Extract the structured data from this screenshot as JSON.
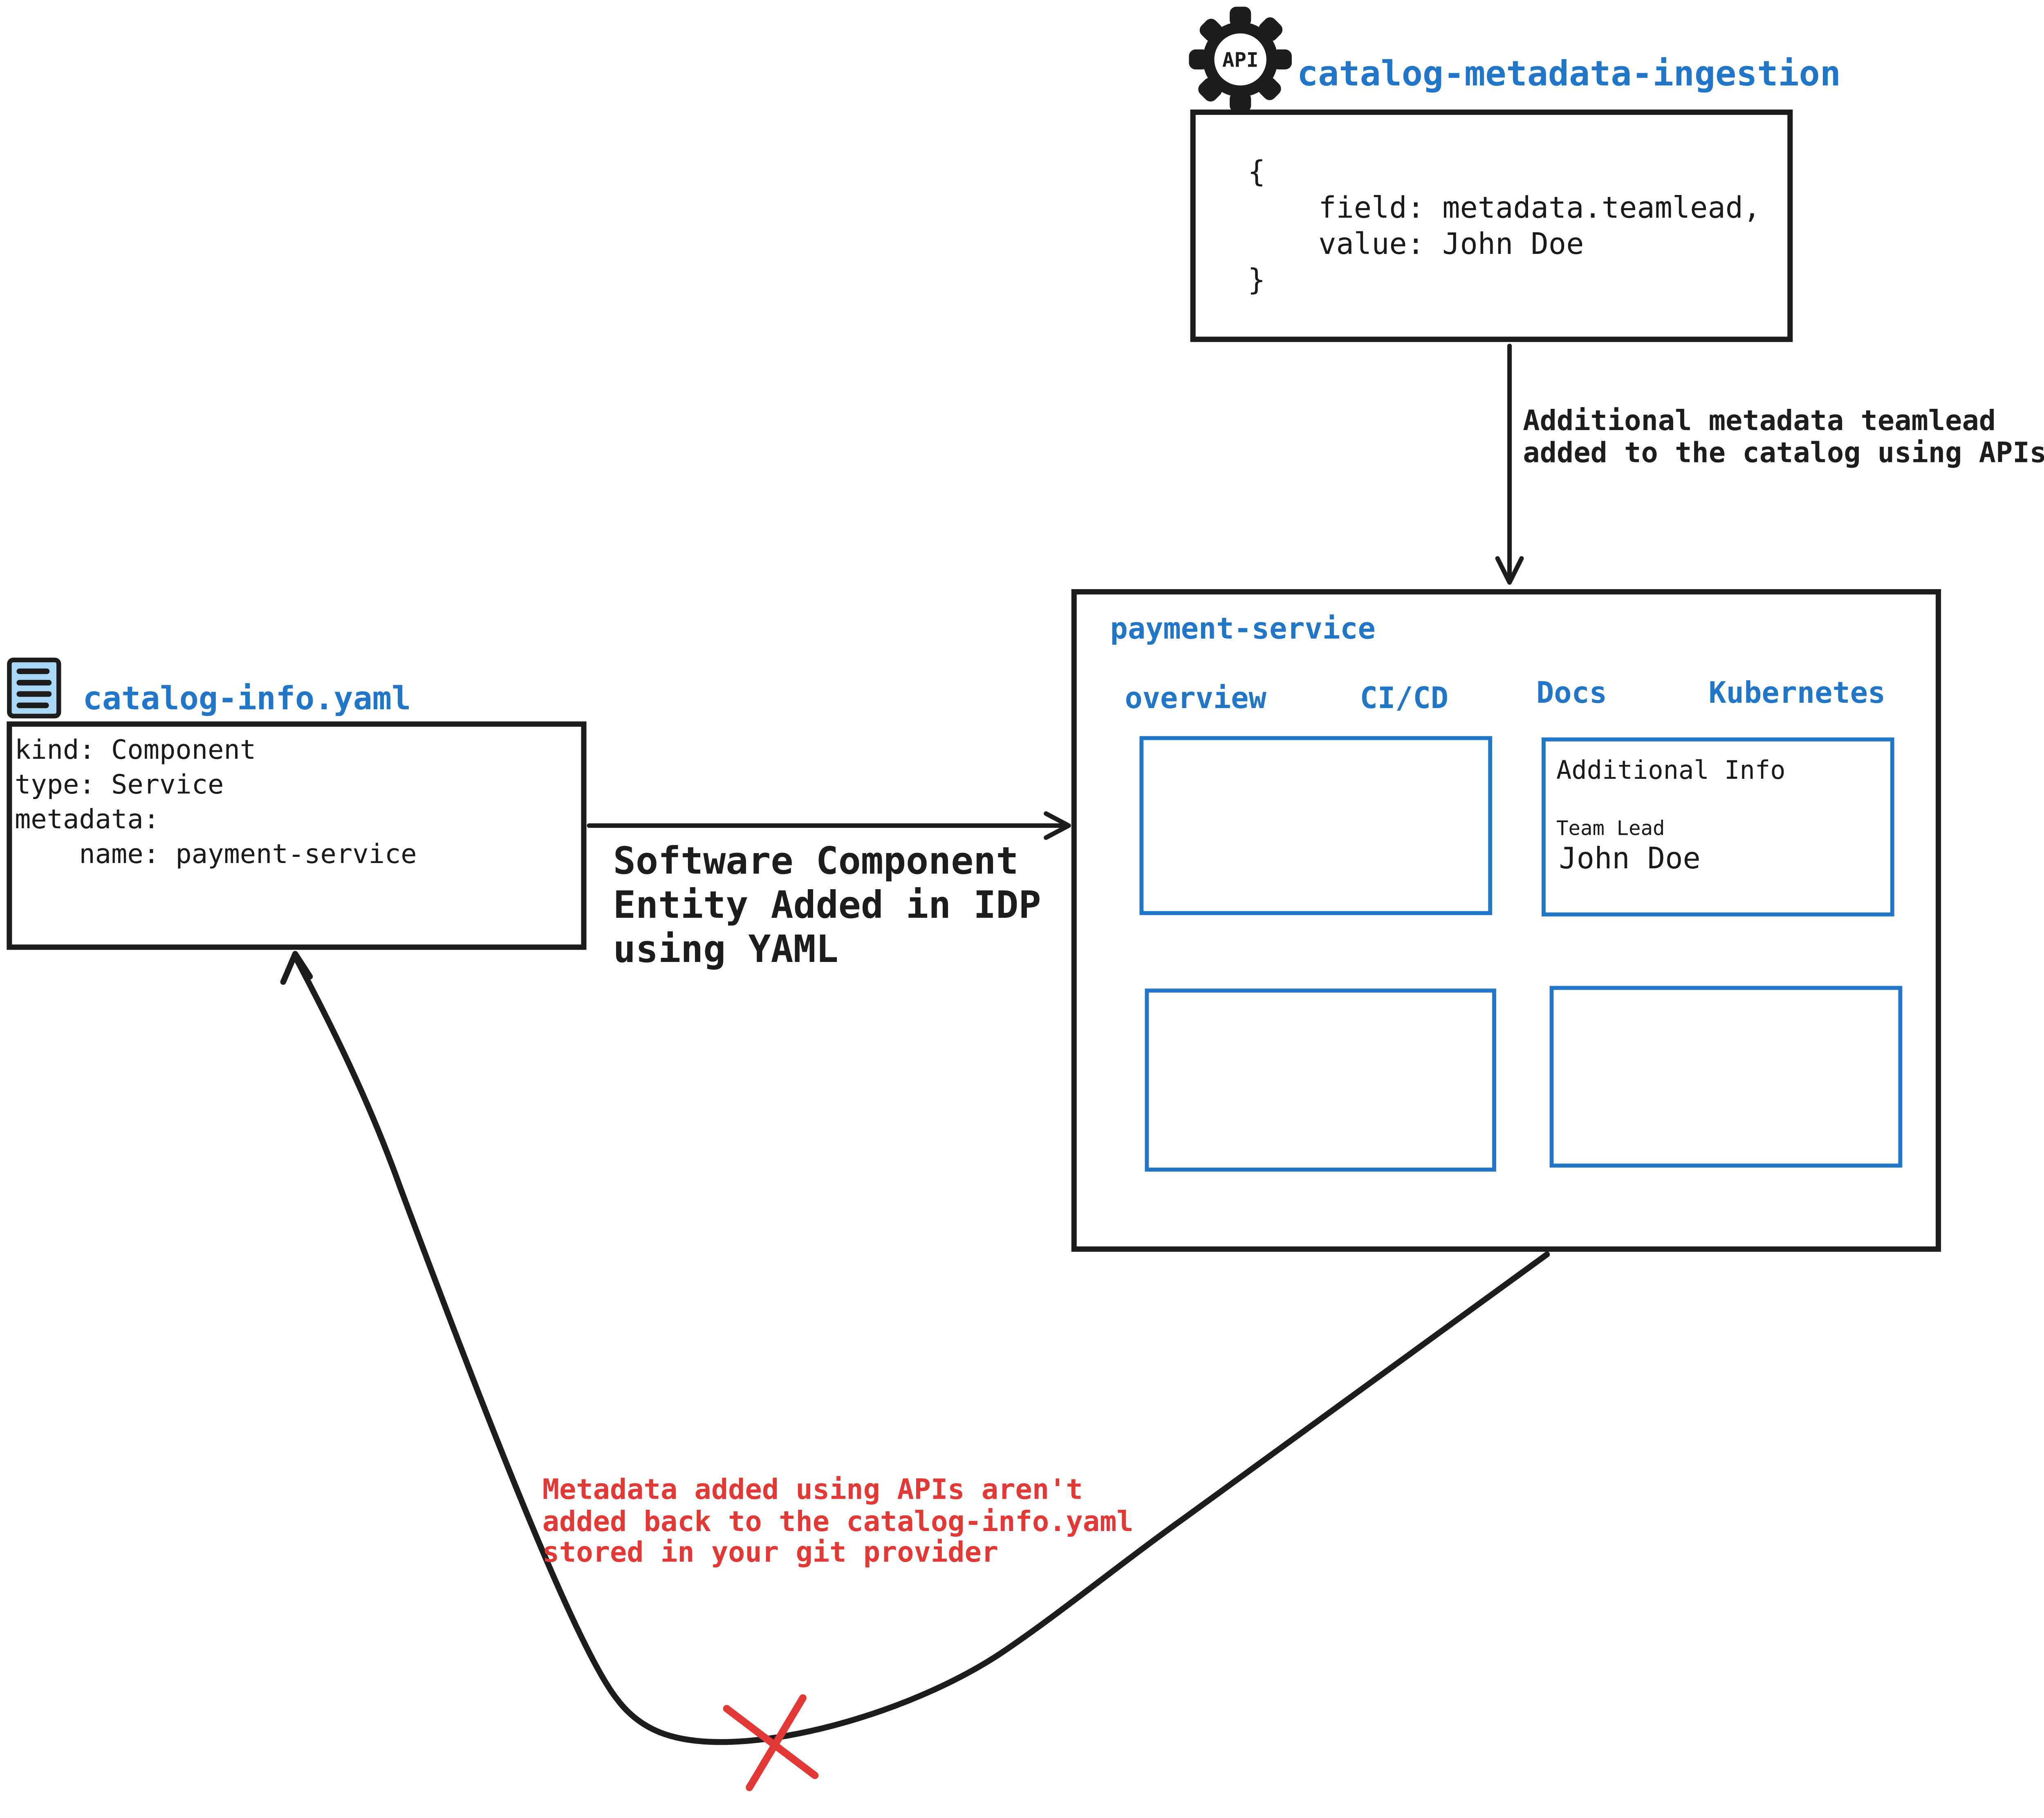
{
  "colors": {
    "accent_blue": "#2176c8",
    "icon_fill_light_blue": "#a9d7f8",
    "ink_black": "#1d1d1d",
    "warning_red": "#e23936"
  },
  "api_ingestion": {
    "icon_label": "API",
    "title": "catalog-metadata-ingestion",
    "code": "{\n    field: metadata.teamlead,\n    value: John Doe\n}",
    "arrow_note": "Additional metadata teamlead\nadded to the catalog using APIs"
  },
  "portal": {
    "title": "payment-service",
    "tabs": [
      "overview",
      "CI/CD",
      "Docs",
      "Kubernetes"
    ],
    "docs_panel": {
      "heading": "Additional Info",
      "field_label": "Team Lead",
      "field_value": "John Doe"
    }
  },
  "yaml_file": {
    "filename": "catalog-info.yaml",
    "content": "kind: Component\ntype: Service\nmetadata:\n    name: payment-service",
    "arrow_note": "Software Component\nEntity Added in IDP\nusing YAML"
  },
  "sync_warning": "Metadata added using APIs aren't\nadded back to the catalog-info.yaml\nstored in your git provider"
}
